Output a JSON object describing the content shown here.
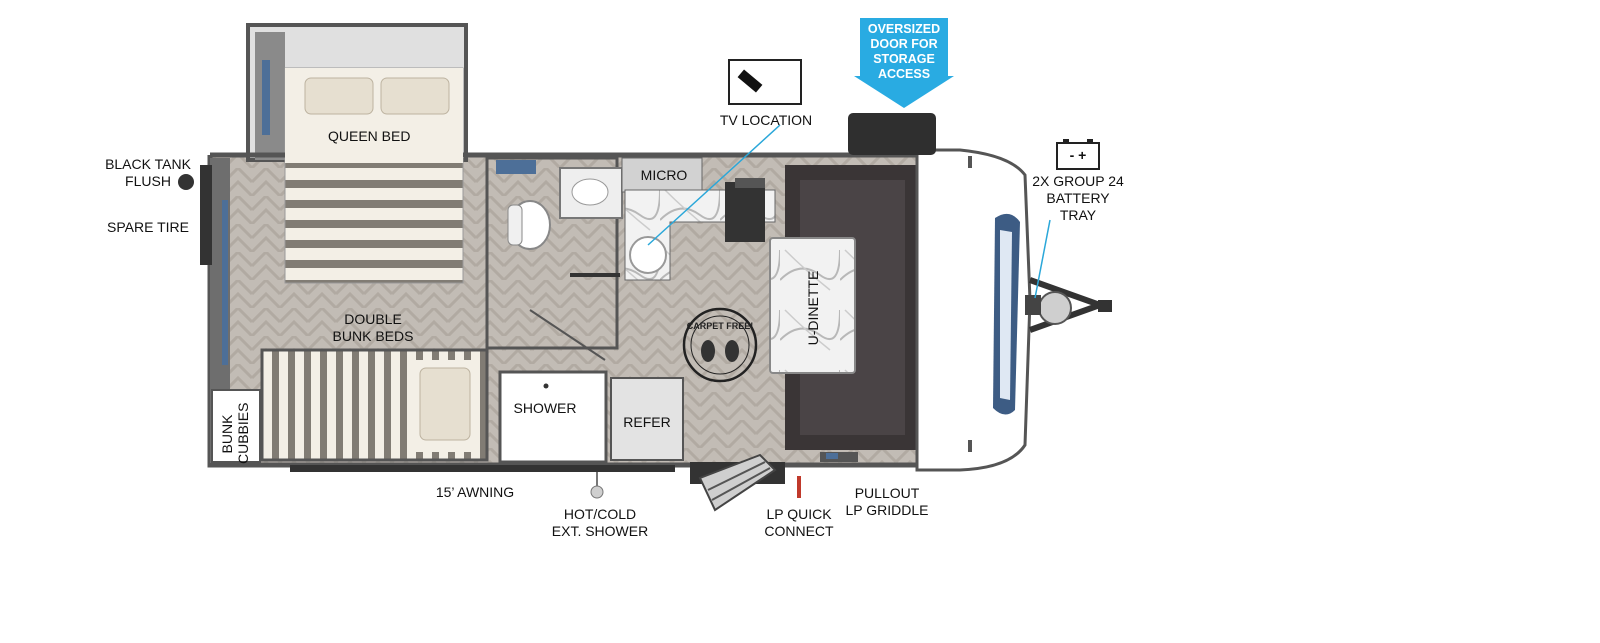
{
  "labels": {
    "queen_bed": "QUEEN BED",
    "black_tank_flush": "BLACK TANK\nFLUSH",
    "spare_tire": "SPARE TIRE",
    "double_bunk_beds": "DOUBLE\nBUNK BEDS",
    "bunk_cubbies": "BUNK\nCUBBIES",
    "micro": "MICRO",
    "tv_location": "TV LOCATION",
    "shower": "SHOWER",
    "refer": "REFER",
    "u_dinette": "U-DINETTE",
    "battery_tray": "2X GROUP 24\nBATTERY\nTRAY",
    "awning": "15’ AWNING",
    "ext_shower": "HOT/COLD\nEXT.  SHOWER",
    "lp_quick_connect": "LP QUICK\nCONNECT",
    "lp_griddle": "PULLOUT\nLP GRIDDLE"
  },
  "callout": {
    "storage_door": "OVERSIZED\nDOOR FOR\nSTORAGE\nACCESS"
  },
  "badge": {
    "carpet_free": "CARPET FREE!"
  },
  "battery_symbols": "-  +",
  "colors": {
    "wall": "#5b5b5b",
    "floor": "#bfb8b0",
    "callout_blue": "#29abe2",
    "dinette": "#3a3536",
    "cabinet": "#d9d9d9"
  }
}
